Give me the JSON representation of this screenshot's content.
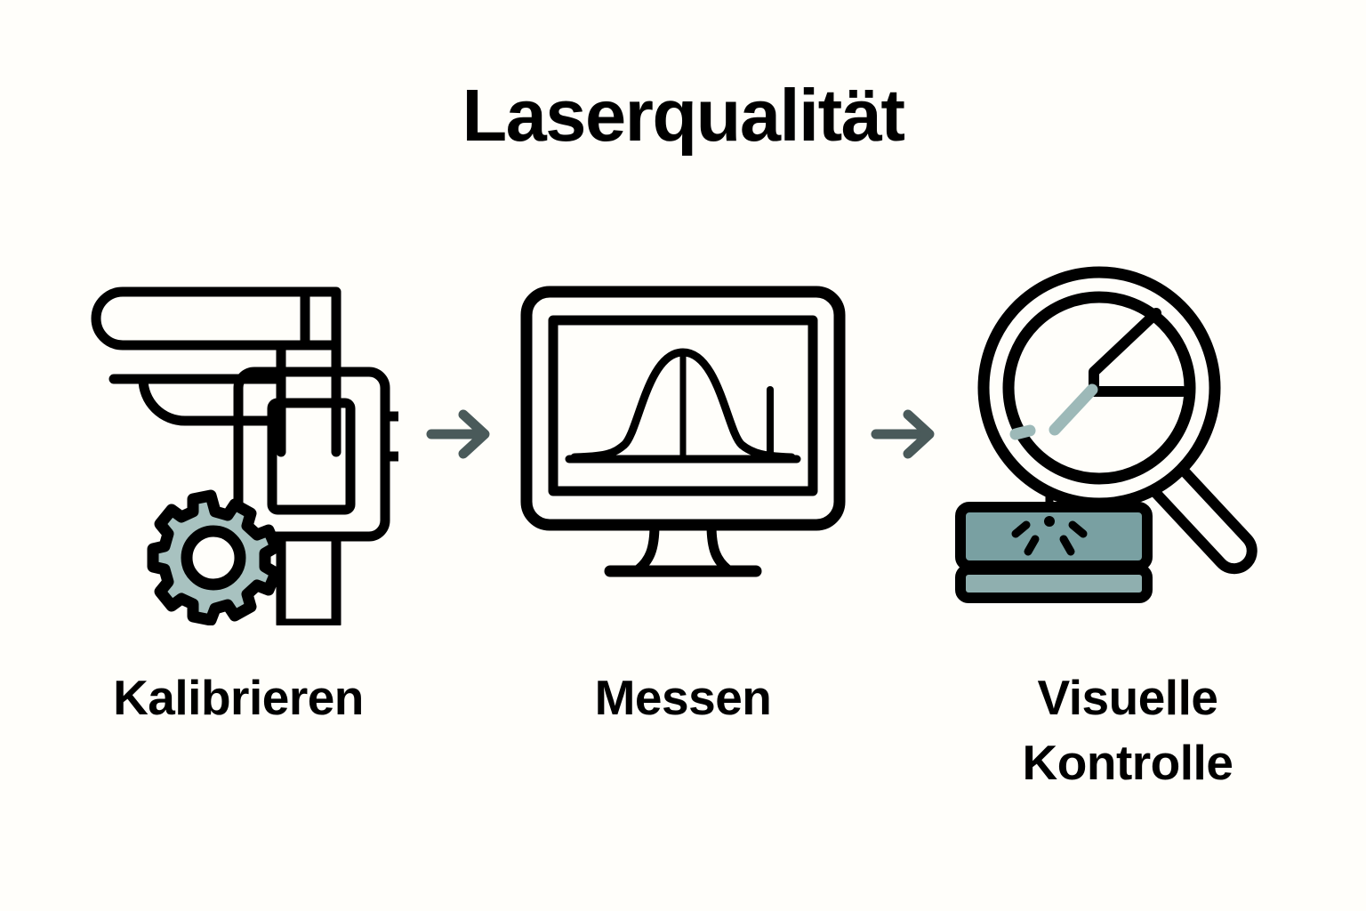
{
  "page": {
    "title": "Laserqualität",
    "background_color": "#FFFEFA",
    "text_color": "#000000",
    "accent_teal": "#A8C2C0",
    "accent_teal_dark": "#79A0A2",
    "arrow_color": "#4A5A5A"
  },
  "steps": [
    {
      "id": "kalibrieren",
      "label": "Kalibrieren",
      "icon": "caliper-gear-icon"
    },
    {
      "id": "messen",
      "label": "Messen",
      "icon": "monitor-gaussian-chart-icon"
    },
    {
      "id": "visuelle-kontrolle",
      "label_line1": "Visuelle",
      "label_line2": "Kontrolle",
      "icon": "magnifier-laser-block-icon"
    }
  ],
  "arrows": [
    {
      "id": "arrow-1",
      "glyph": "arrow-right-icon"
    },
    {
      "id": "arrow-2",
      "glyph": "arrow-right-icon"
    }
  ]
}
